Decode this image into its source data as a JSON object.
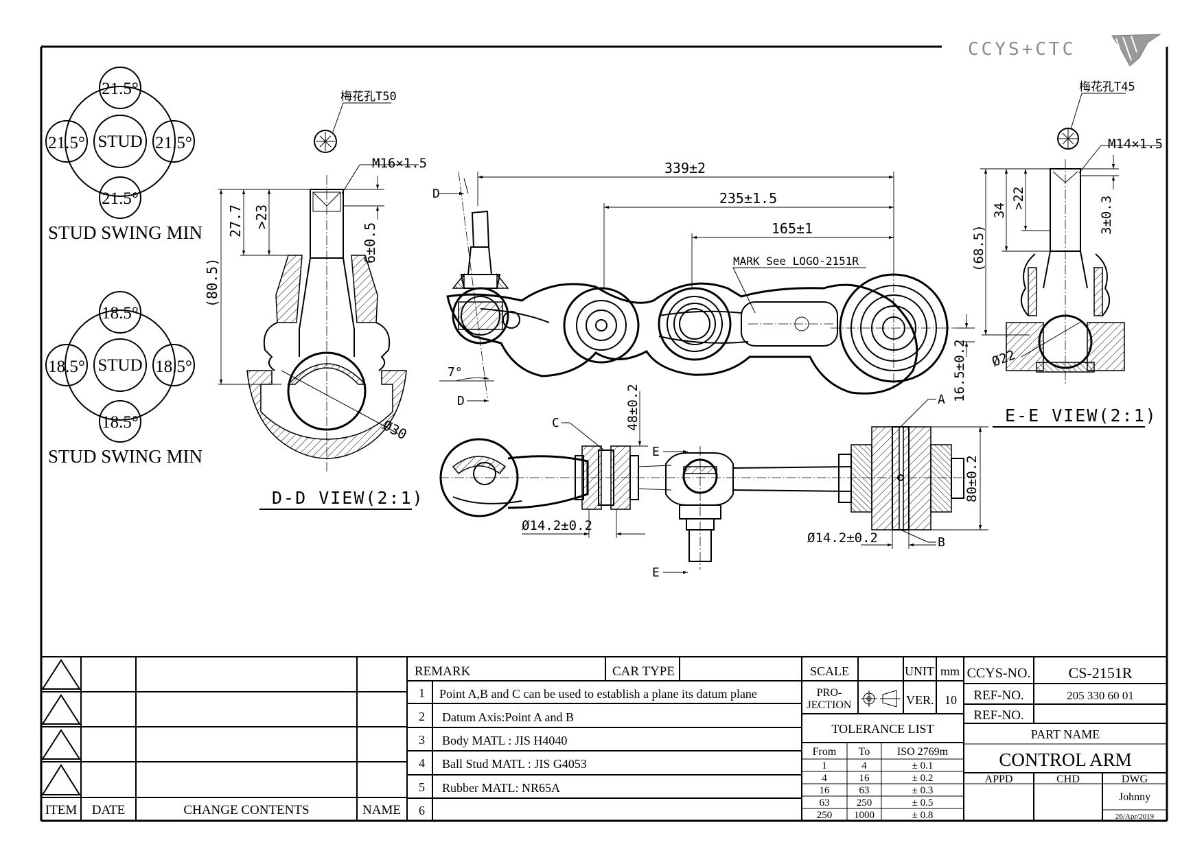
{
  "logo": {
    "text": "CCYS+CTC"
  },
  "stud_swing": [
    {
      "values": [
        "21.5°",
        "21.5°",
        "21.5°",
        "21.5°"
      ],
      "center": "STUD",
      "caption": "STUD SWING MIN"
    },
    {
      "values": [
        "18.5°",
        "18.5°",
        "18.5°",
        "18.5°"
      ],
      "center": "STUD",
      "caption": "STUD SWING MIN"
    }
  ],
  "views": {
    "dd": {
      "title": "D-D VIEW(2:1)",
      "socket_label": "梅花孔T50",
      "thread": "M16×1.5",
      "dims": [
        "27.7",
        ">23",
        "(80.5)",
        "6±0.5",
        "Ø30"
      ]
    },
    "main": {
      "dims": [
        "339±2",
        "235±1.5",
        "165±1",
        "7°",
        "48±0.2",
        "16.5±0.2",
        "80±0.2",
        "Ø14.2±0.2",
        "Ø14.2±0.2"
      ],
      "mark": "MARK See LOGO-2151R",
      "section_labels": [
        "D",
        "D",
        "E",
        "E",
        "A",
        "B",
        "C"
      ]
    },
    "ee": {
      "title": "E-E VIEW(2:1)",
      "socket_label": "梅花孔T45",
      "thread": "M14×1.5",
      "dims": [
        "34",
        ">22",
        "3±0.3",
        "(68.5)",
        "Ø22"
      ]
    }
  },
  "title_block": {
    "revision_headers": {
      "item": "ITEM",
      "date": "DATE",
      "change": "CHANGE CONTENTS",
      "name": "NAME"
    },
    "remark_header": "REMARK",
    "car_type_label": "CAR TYPE",
    "remarks": [
      {
        "no": "1",
        "text": "Point A,B and C can be used to establish a plane its datum plane"
      },
      {
        "no": "2",
        "text": "Datum Axis:Point A and B"
      },
      {
        "no": "3",
        "text": "Body MATL : JIS H4040"
      },
      {
        "no": "4",
        "text": "Ball Stud MATL : JIS G4053"
      },
      {
        "no": "5",
        "text": "Rubber MATL: NR65A"
      },
      {
        "no": "6",
        "text": ""
      }
    ],
    "scale_label": "SCALE",
    "unit_label": "UNIT",
    "unit": "mm",
    "projection_label": [
      "PRO-",
      "JECTION"
    ],
    "ver_label": "VER.",
    "ver": "10",
    "tolerance_title": "TOLERANCE LIST",
    "tolerance_headers": [
      "From",
      "To",
      "ISO 2769m"
    ],
    "tolerance_rows": [
      [
        "1",
        "4",
        "± 0.1"
      ],
      [
        "4",
        "16",
        "± 0.2"
      ],
      [
        "16",
        "63",
        "± 0.3"
      ],
      [
        "63",
        "250",
        "± 0.5"
      ],
      [
        "250",
        "1000",
        "± 0.8"
      ]
    ],
    "ccys_no_label": "CCYS-NO.",
    "ccys_no": "CS-2151R",
    "ref_no_label": "REF-NO.",
    "ref_no": "205 330 60 01",
    "ref_no2_label": "REF-NO.",
    "part_name_label": "PART NAME",
    "part_name": "CONTROL ARM",
    "appd_label": "APPD",
    "chd_label": "CHD",
    "dwg_label": "DWG",
    "drawer": "Johnny",
    "date": "26/Apr/2019"
  }
}
